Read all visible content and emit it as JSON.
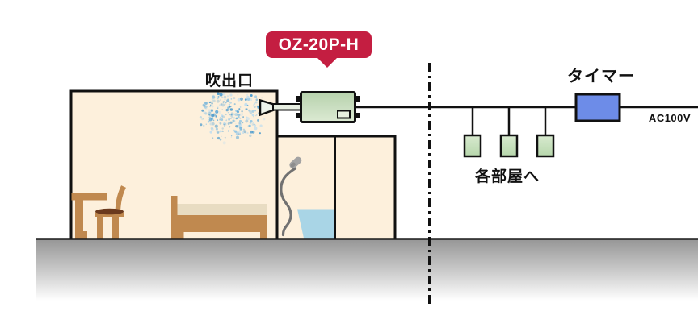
{
  "diagram": {
    "badge": {
      "label": "OZ-20P-H"
    },
    "labels": {
      "outlet": "吹出口",
      "timer": "タイマー",
      "to_each_room": "各部屋へ",
      "power": "AC100V"
    },
    "colors": {
      "badge_red": "#c41e41",
      "device_green": "#c6deba",
      "outlet_green": "#c9e2bd",
      "timer_blue": "#6d8ce8",
      "room_cream": "#fdf0dc",
      "mattress_beige": "#e8dcc2",
      "wood_brown": "#c0894f",
      "seat_dark_brown": "#6b3a1e",
      "bathtub_blue": "#a9d5e6",
      "spray_blue": "#5aa7d8",
      "hose_gray": "#717171",
      "ground_gray": "#989898",
      "line_black": "#111111"
    }
  }
}
